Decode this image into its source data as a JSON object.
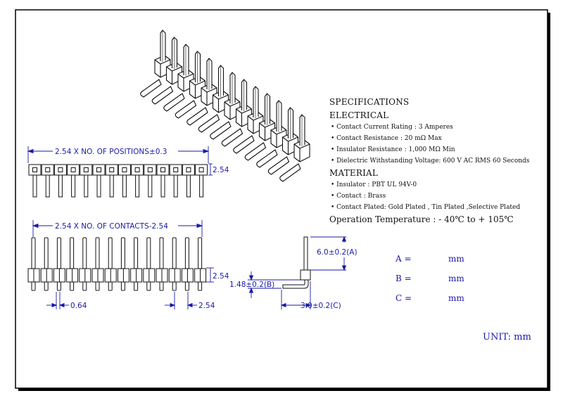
{
  "colors": {
    "line": "#111111",
    "dimension": "#1a1aa8",
    "frame": "#000000"
  },
  "specifications": {
    "title": "SPECIFICATIONS",
    "electrical_heading": "ELECTRICAL",
    "electrical_items": [
      "• Contact Current Rating : 3 Amperes",
      "• Contact Resistance : 20 mΩ Max",
      "• Insulator Resistance : 1,000 MΩ Min",
      "• Dielectric Withstanding Voltage: 600 V AC RMS 60 Seconds"
    ],
    "material_heading": "MATERIAL",
    "material_items": [
      "• Insulator : PBT UL 94V-0",
      "• Contact : Brass",
      "• Contact Plated: Gold Plated , Tin Plated ,Selective Plated"
    ],
    "operation_temperature": "Operation Temperature : - 40℃ to + 105℃"
  },
  "dimensions": {
    "positions": "2.54 X NO. OF POSITIONS±0.3",
    "pitch_top": "2.54",
    "contacts": "2.54 X NO. OF CONTACTS-2.54",
    "side_height": "2.54",
    "pin_width": "0.64",
    "pitch_bottom": "2.54",
    "a_length": "6.0±0.2(A)",
    "b_length": "1.48±0.2(B)",
    "c_length": "3.0±0.2(C)"
  },
  "dimension_table": [
    {
      "key": "A =",
      "unit": "mm"
    },
    {
      "key": "B =",
      "unit": "mm"
    },
    {
      "key": "C =",
      "unit": "mm"
    }
  ],
  "unit_note": "UNIT: mm"
}
